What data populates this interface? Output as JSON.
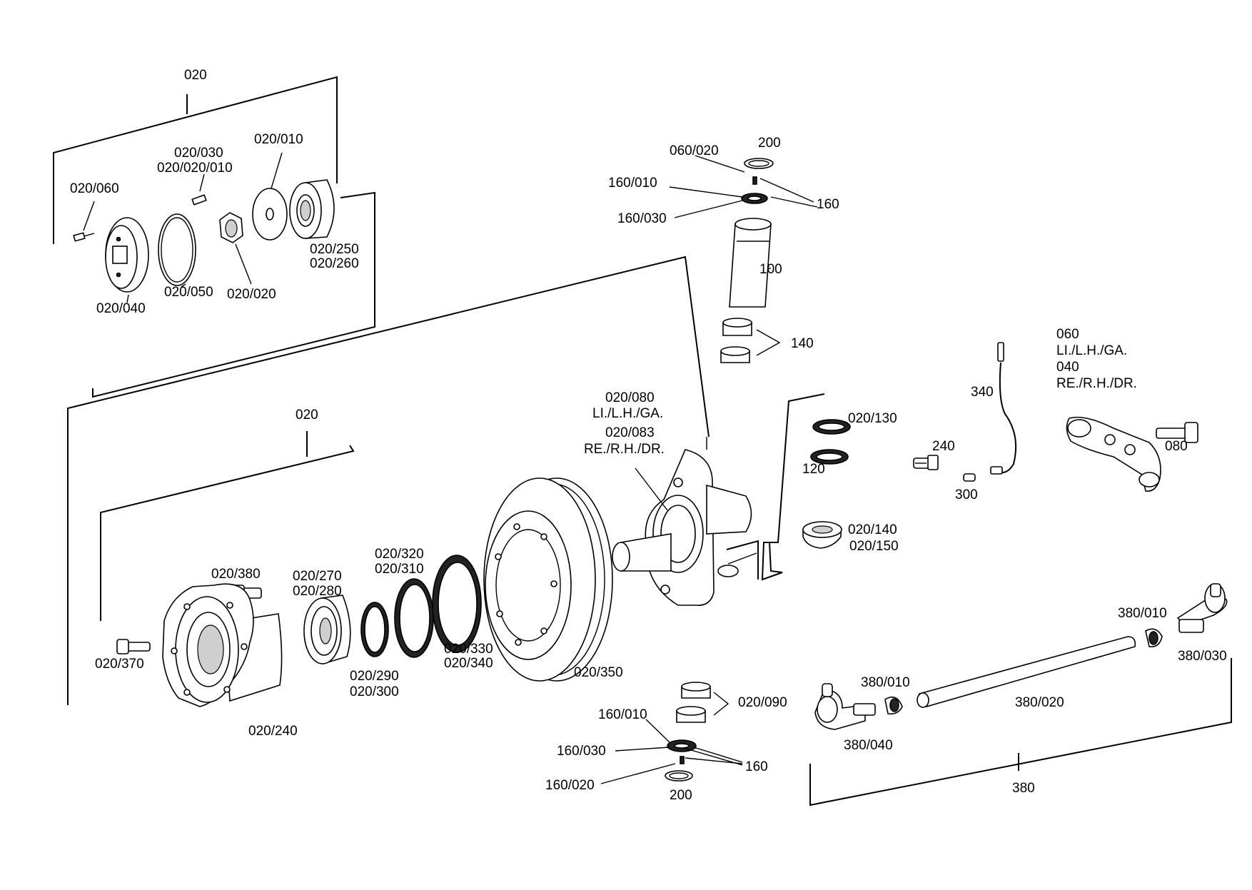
{
  "labels": {
    "l_020_top": "020",
    "l_020_030": "020/030",
    "l_020_020_010": "020/020/010",
    "l_020_010": "020/010",
    "l_020_060": "020/060",
    "l_020_250": "020/250",
    "l_020_260": "020/260",
    "l_020_040": "020/040",
    "l_020_050": "020/050",
    "l_020_020": "020/020",
    "l_060_020_top": "060/020",
    "l_200_top": "200",
    "l_160_010_top": "160/010",
    "l_160_top": "160",
    "l_160_030_top": "160/030",
    "l_100": "100",
    "l_140": "140",
    "l_060": "060",
    "l_li_lh_ga_arm": "LI./L.H./GA.",
    "l_040": "040",
    "l_re_rh_dr_arm": "RE./R.H./DR.",
    "l_340": "340",
    "l_020_080": "020/080",
    "l_li_lh_ga_knuckle": "LI./L.H./GA.",
    "l_020_083": "020/083",
    "l_re_rh_dr_knuckle": "RE./R.H./DR.",
    "l_020_main": "020",
    "l_020_130": "020/130",
    "l_120": "120",
    "l_240": "240",
    "l_080": "080",
    "l_300": "300",
    "l_020_140": "020/140",
    "l_020_150": "020/150",
    "l_020_380": "020/380",
    "l_020_270": "020/270",
    "l_020_280": "020/280",
    "l_020_320": "020/320",
    "l_020_310": "020/310",
    "l_020_370": "020/370",
    "l_020_330": "020/330",
    "l_020_340": "020/340",
    "l_020_350": "020/350",
    "l_020_290": "020/290",
    "l_020_300": "020/300",
    "l_020_240": "020/240",
    "l_380_010_right": "380/010",
    "l_380_030": "380/030",
    "l_380_010_left": "380/010",
    "l_380_020": "380/020",
    "l_380_040": "380/040",
    "l_380": "380",
    "l_020_090": "020/090",
    "l_160_010_bot": "160/010",
    "l_160_030_bot": "160/030",
    "l_160_bot": "160",
    "l_160_020_bot": "160/020",
    "l_200_bot": "200"
  }
}
